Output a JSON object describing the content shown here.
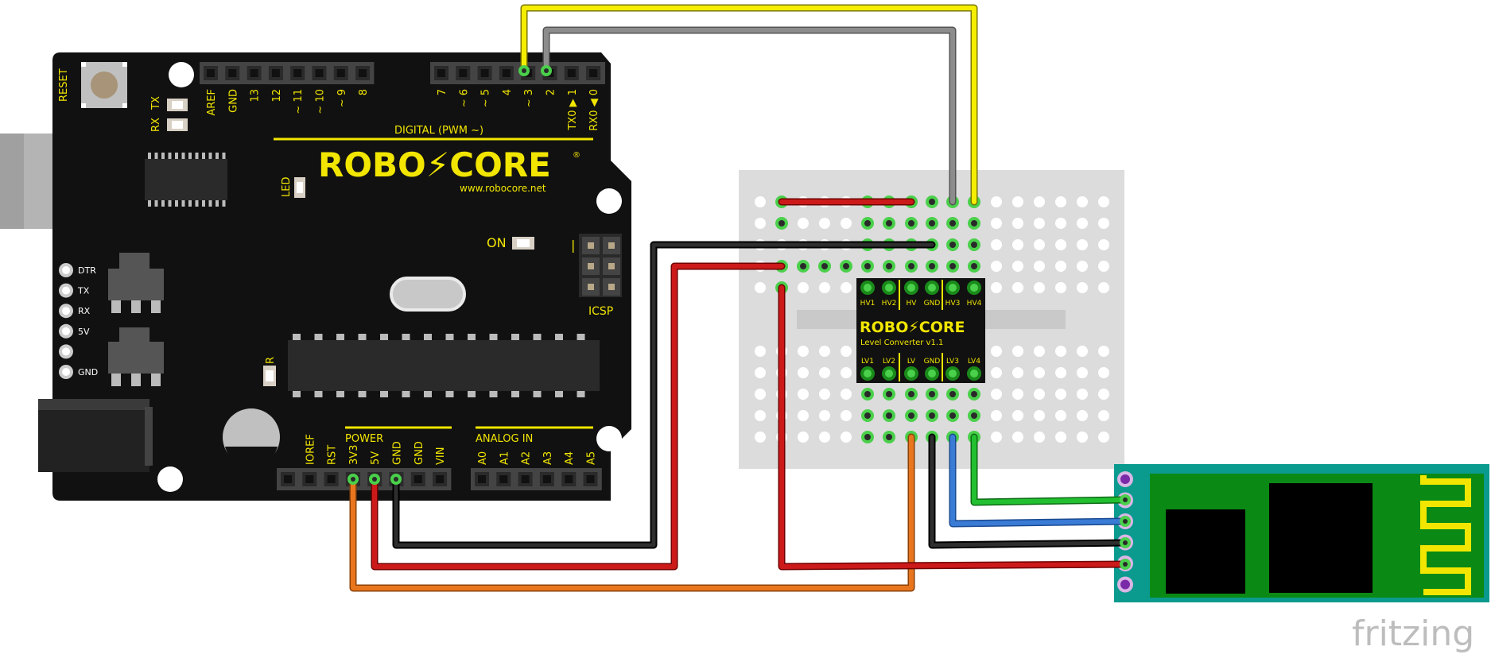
{
  "colors": {
    "board": "#111111",
    "silk": "#f2e600",
    "silk_white": "#ffffff",
    "breadboard": "#dcdcdc",
    "bt_module": "#0a9a8e",
    "bt_pcb": "#0a8a14",
    "wire_yellow": "#f5ee00",
    "wire_gray": "#8c8c8c",
    "wire_black": "#1a1a1a",
    "wire_red": "#cc1a1a",
    "wire_orange": "#e8761e",
    "wire_green": "#22c030",
    "wire_blue": "#3a7bd5",
    "pin_highlight": "#4ad04a"
  },
  "arduino": {
    "reset": "RESET",
    "rx": "RX",
    "tx": "TX",
    "led": "LED",
    "on": "ON",
    "icsp": "ICSP",
    "r": "R",
    "power": "POWER",
    "analog_in": "ANALOG IN",
    "digital_pwm": "DIGITAL (PWM ~)",
    "brand": "ROBO⚡CORE",
    "brand_reg": "®",
    "website": "www.robocore.net",
    "icsp_mark": "|",
    "digital_pins": [
      "AREF",
      "GND",
      "13",
      "12",
      "~ 11",
      "~ 10",
      "~ 9",
      "8",
      "7",
      "~ 6",
      "~ 5",
      "4",
      "~ 3",
      "2",
      "TX0 ▶ 1",
      "RX0 ◀ 0"
    ],
    "power_pins": [
      "IOREF",
      "RST",
      "3V3",
      "5V",
      "GND",
      "GND",
      "VIN"
    ],
    "analog_pins": [
      "A0",
      "A1",
      "A2",
      "A3",
      "A4",
      "A5"
    ],
    "side_labels": [
      "DTR",
      "TX",
      "RX",
      "5V",
      "",
      "GND"
    ]
  },
  "level_converter": {
    "brand": "ROBO⚡CORE",
    "model": "Level Converter v1.1",
    "top_pins": [
      "HV1",
      "HV2",
      "HV",
      "GND",
      "HV3",
      "HV4"
    ],
    "bottom_pins": [
      "LV1",
      "LV2",
      "LV",
      "GND",
      "LV3",
      "LV4"
    ]
  },
  "watermark": "fritzing"
}
